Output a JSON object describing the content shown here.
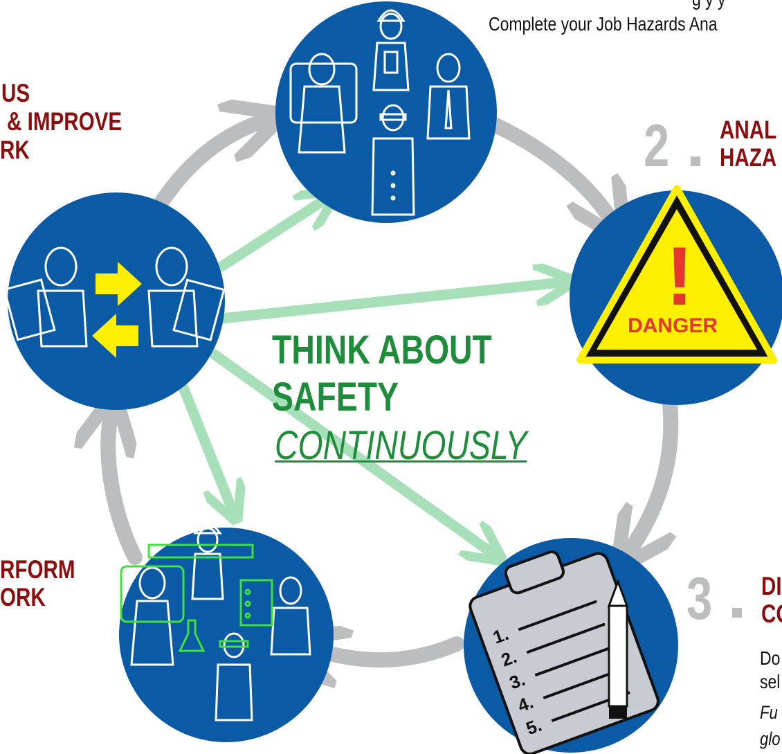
{
  "top_text": {
    "line1": "g    y  y",
    "line2": "Complete your Job Hazards Ana"
  },
  "step1": {
    "label_line1": "US",
    "label_line2": "& IMPROVE",
    "label_line3": "RK"
  },
  "step2": {
    "number": "2",
    "label_line1": "ANAL",
    "label_line2": "HAZA"
  },
  "step3": {
    "number": "3",
    "label_line1": "DI",
    "label_line2": "CO",
    "text_line1": "Do",
    "text_line2": "sel",
    "italic_line1": "Fu",
    "italic_line2": "glo"
  },
  "step4": {
    "label_line1": "RFORM",
    "label_line2": "ORK"
  },
  "center": {
    "line1": "THINK ABOUT",
    "line2": "SAFETY",
    "line3": "CONTINUOUSLY"
  },
  "warning_sign": {
    "symbol": "!",
    "text": "DANGER"
  },
  "checklist": {
    "items": [
      "1.",
      "2.",
      "3.",
      "4.",
      "5."
    ]
  },
  "colors": {
    "circle_blue": "#0b5aa6",
    "label_red": "#8b0d0d",
    "cycle_gray": "#bbbdbf",
    "center_green": "#1f8c3b",
    "arrow_green": "#a7dfb9",
    "hazard_yellow": "#ffef00"
  }
}
